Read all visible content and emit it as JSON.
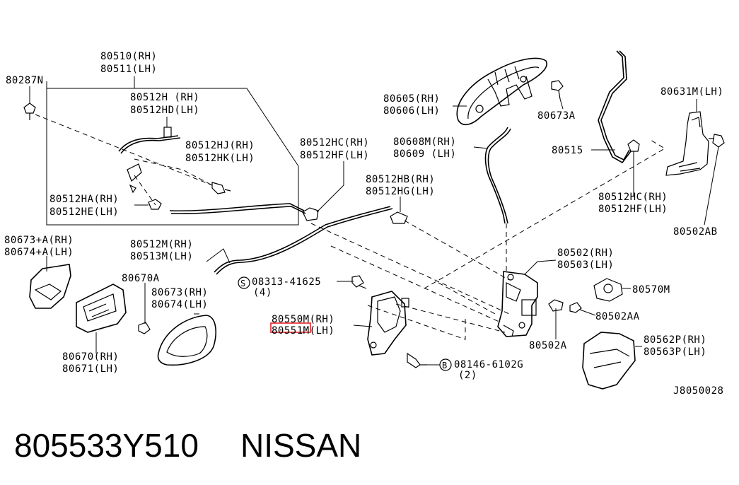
{
  "labels": {
    "p80510": "80510(RH)",
    "p80511": "80511(LH)",
    "p80287N": "80287N",
    "p80512H": "80512H (RH)",
    "p80512HD": "80512HD(LH)",
    "p80512HJ": "80512HJ(RH)",
    "p80512HK": "80512HK(LH)",
    "p80512HA": "80512HA(RH)",
    "p80512HE": "80512HE(LH)",
    "p80512HC_a": "80512HC(RH)",
    "p80512HF_a": "80512HF(LH)",
    "p80512HB": "80512HB(RH)",
    "p80512HG": "80512HG(LH)",
    "p80605": "80605(RH)",
    "p80606": "80606(LH)",
    "p80673A": "80673A",
    "p80608M": "80608M(RH)",
    "p80609": "80609 (LH)",
    "p80515": "80515",
    "p80631M": "80631M(LH)",
    "p80512HC_b": "80512HC(RH)",
    "p80512HF_b": "80512HF(LH)",
    "p80502AB": "80502AB",
    "p80673A_RH": "80673+A(RH)",
    "p80674A_LH": "80674+A(LH)",
    "p80512M": "80512M(RH)",
    "p80513M": "80513M(LH)",
    "p80670A": "80670A",
    "p80673_RH": "80673(RH)",
    "p80674_LH": "80674(LH)",
    "p08313": "08313-41625",
    "p08313_qty": "(4)",
    "p80502": "80502(RH)",
    "p80503": "80503(LH)",
    "p80570M": "80570M",
    "p80502AA": "80502AA",
    "p80550M": "80550M(RH)",
    "p80551M": "80551M(LH)",
    "p80670": "80670(RH)",
    "p80671": "80671(LH)",
    "p80502A": "80502A",
    "p80562P": "80562P(RH)",
    "p80563P": "80563P(LH)",
    "p08146": "08146-6102G",
    "p08146_qty": "(2)",
    "symbol_s": "S",
    "symbol_b": "B",
    "diagram_code": "J8050028"
  },
  "footer": {
    "part_number": "805533Y510",
    "brand": "NISSAN"
  },
  "highlight_color": "#e8232a"
}
